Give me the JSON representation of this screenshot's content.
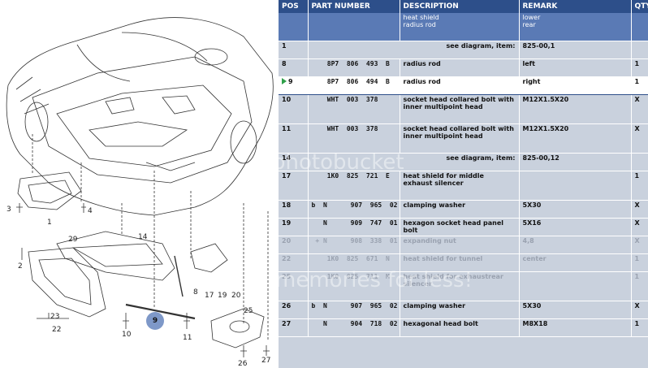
{
  "table": {
    "headers": {
      "pos": "POS",
      "part_number": "PART NUMBER",
      "description": "DESCRIPTION",
      "remark": "REMARK",
      "qty": "QTY"
    },
    "group": {
      "description": "heat shield\nradius rod",
      "remark": "lower\nrear"
    },
    "rows": [
      {
        "pos": "1",
        "pn": "",
        "desc": "see diagram, item:",
        "remark": "825-00,1",
        "qty": "",
        "see": true
      },
      {
        "pos": "8",
        "pn": "    8P7  806  493  B",
        "desc": "radius rod",
        "remark": "left",
        "qty": "1"
      },
      {
        "pos": "9",
        "pn": "    8P7  806  494  B",
        "desc": "radius rod",
        "remark": "right",
        "qty": "1",
        "selected": true
      },
      {
        "pos": "10",
        "pn": "    WHT  003  378",
        "desc": "socket head collared bolt with inner multipoint head",
        "remark": "M12X1.5X20",
        "qty": "X"
      },
      {
        "pos": "11",
        "pn": "    WHT  003  378",
        "desc": "socket head collared bolt with inner multipoint head",
        "remark": "M12X1.5X20",
        "qty": "X"
      },
      {
        "pos": "14",
        "pn": "",
        "desc": "see diagram, item:",
        "remark": "825-00,12",
        "qty": "",
        "see": true
      },
      {
        "pos": "17",
        "pn": "    1K0  825  721  E",
        "desc": "heat shield for middle exhaust silencer",
        "remark": "",
        "qty": "1"
      },
      {
        "pos": "18",
        "pn": "b  N      907  965  02",
        "desc": "clamping washer",
        "remark": "5X30",
        "qty": "X"
      },
      {
        "pos": "19",
        "pn": "   N      909  747  01",
        "desc": "hexagon socket head panel bolt",
        "remark": "5X16",
        "qty": "X"
      },
      {
        "pos": "20",
        "pn": " + N      908  338  01",
        "desc": "expanding nut",
        "remark": "4,8",
        "qty": "X",
        "faded": true
      },
      {
        "pos": "22",
        "pn": "    1K0  825  671  N",
        "desc": "heat shield for tunnel",
        "remark": "center",
        "qty": "1",
        "faded": true
      },
      {
        "pos": "25",
        "pn": "    1K0  825  711  M",
        "desc": "heat shield for exhaustrear silencer",
        "remark": "",
        "qty": "1",
        "faded": true
      },
      {
        "pos": "26",
        "pn": "b  N      907  965  02",
        "desc": "clamping washer",
        "remark": "5X30",
        "qty": "X"
      },
      {
        "pos": "27",
        "pn": "   N      904  718  02",
        "desc": "hexagonal head bolt",
        "remark": "M8X18",
        "qty": "1"
      }
    ]
  },
  "diagram": {
    "labels": [
      "3",
      "4",
      "1",
      "29",
      "14",
      "2",
      "23",
      "22",
      "17",
      "19",
      "20",
      "8",
      "9",
      "10",
      "11",
      "25",
      "26",
      "27"
    ],
    "callout": "9"
  },
  "watermark": {
    "line1": "photobucket",
    "line2": "memories for less!"
  }
}
